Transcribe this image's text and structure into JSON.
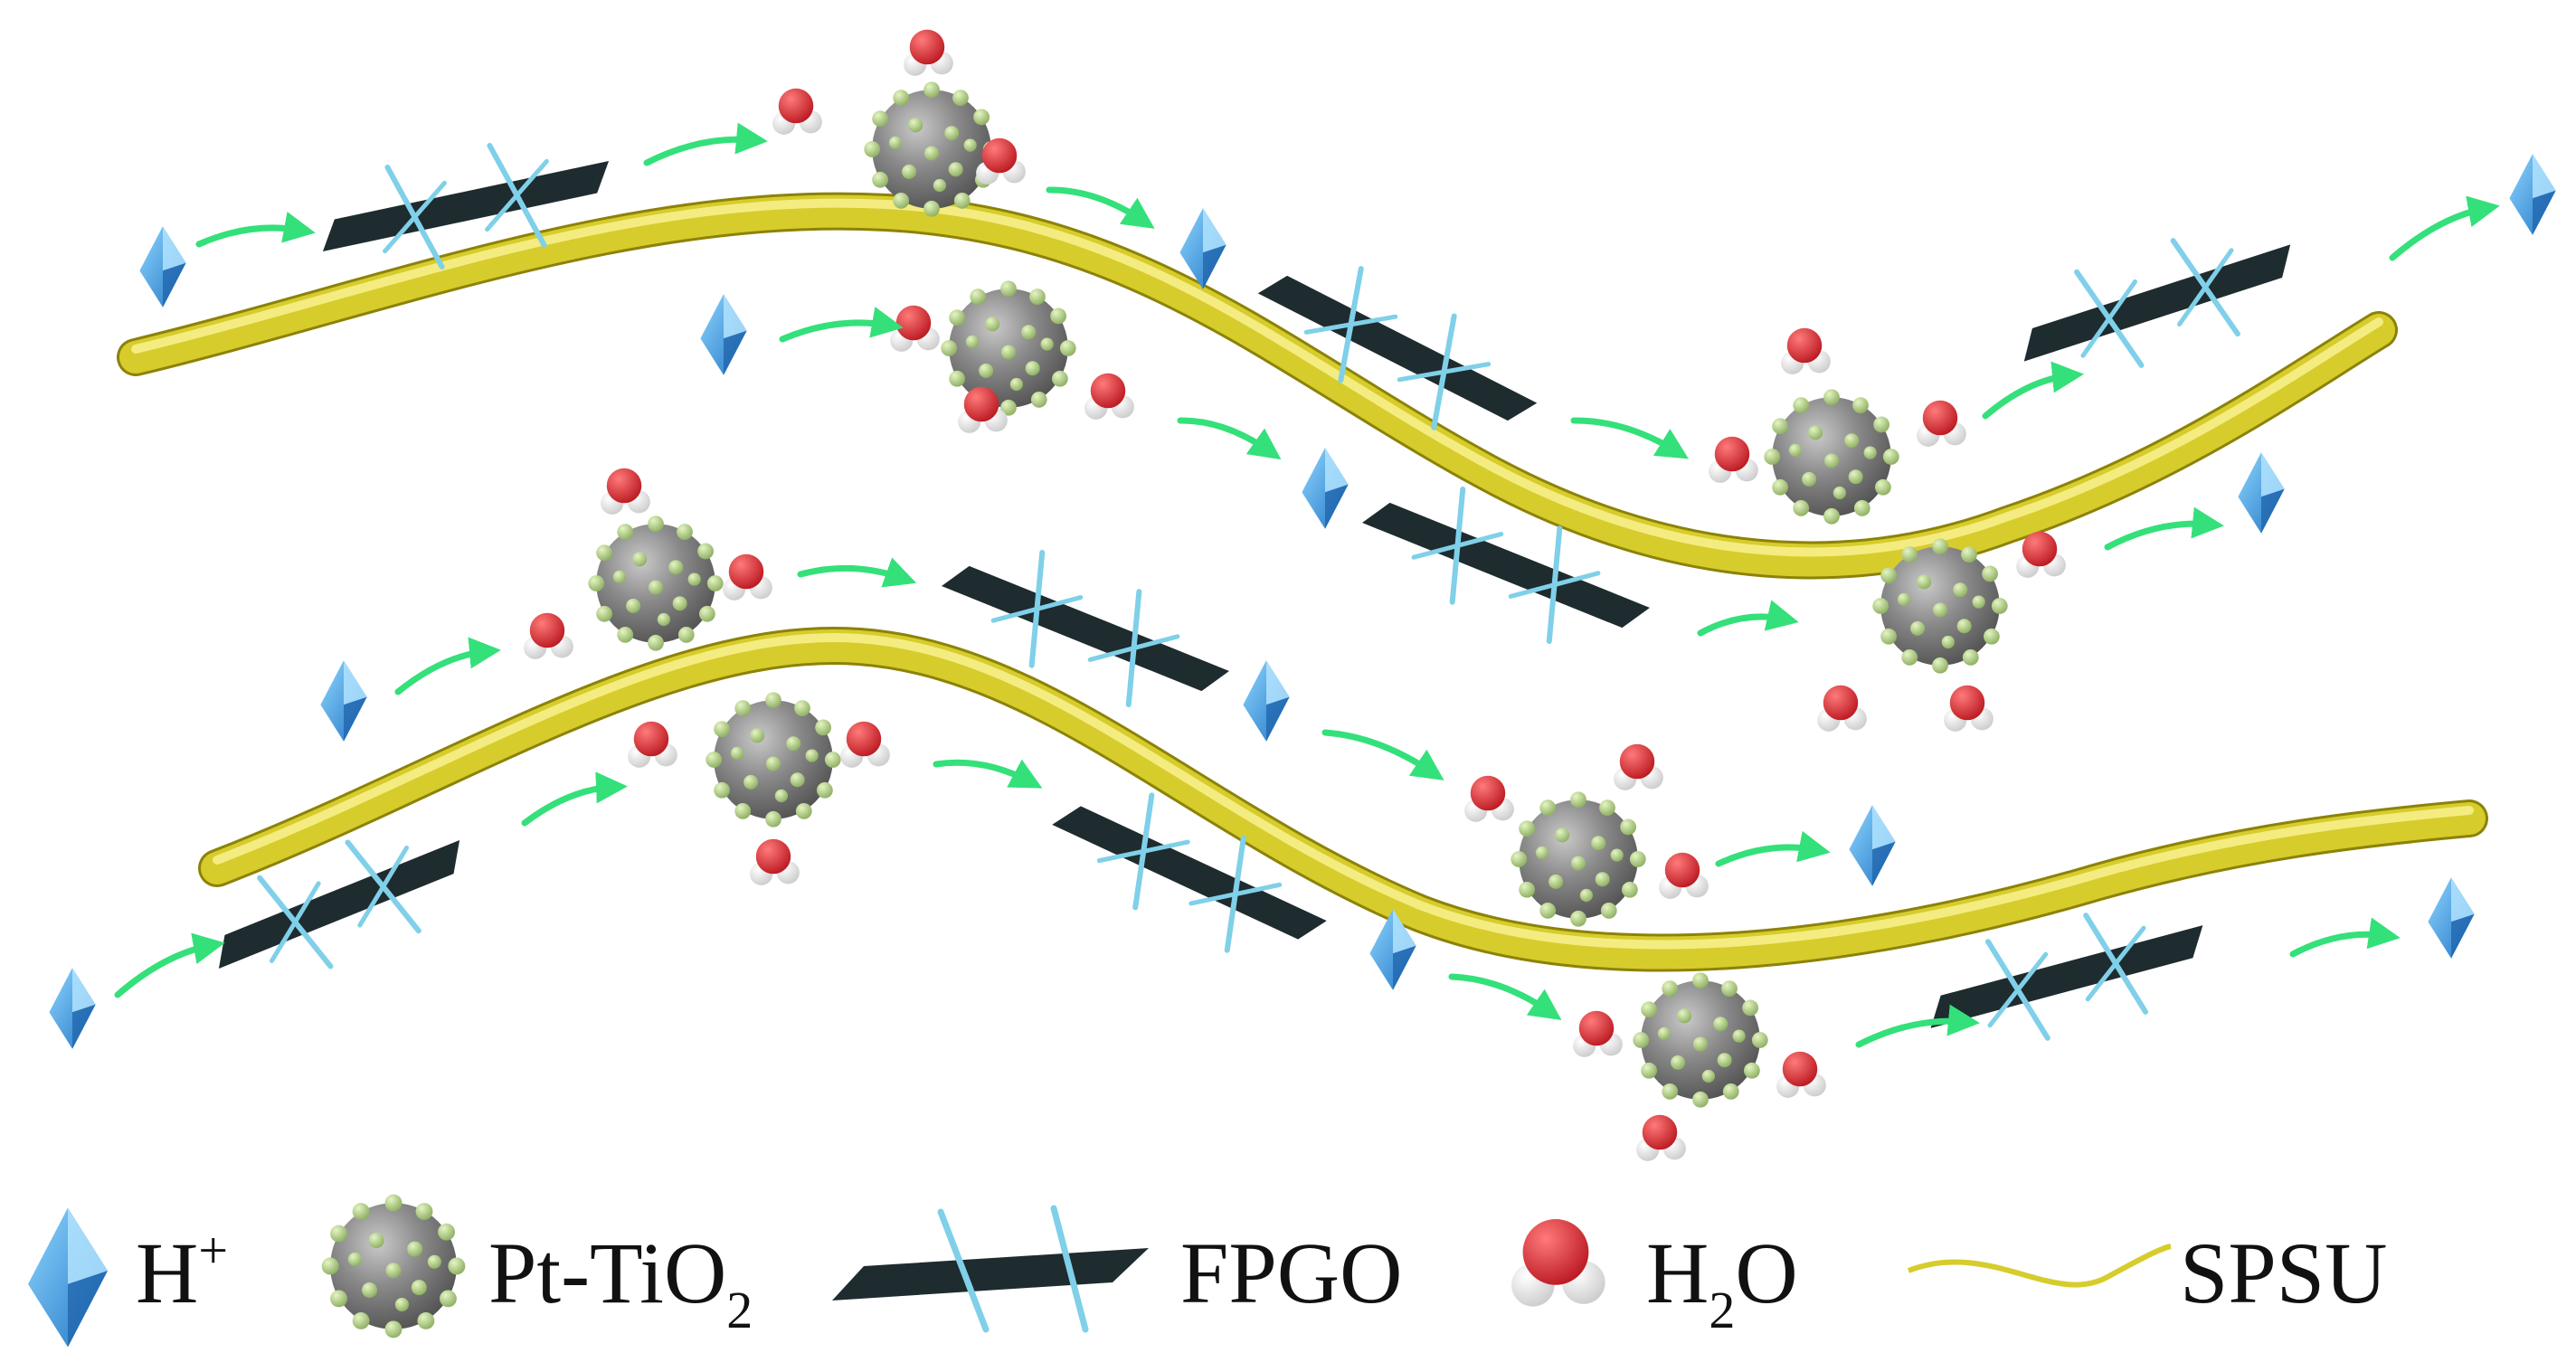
{
  "legend": {
    "proton": {
      "label": "H",
      "sup": "+"
    },
    "nanoparticle": {
      "label": "Pt-TiO",
      "sub": "2"
    },
    "graphene": {
      "label": "FPGO"
    },
    "water": {
      "label": "H",
      "sub": "2",
      "tail": "O"
    },
    "polymer": {
      "label": "SPSU"
    }
  },
  "colors": {
    "polymer": "#d6cc2c",
    "polymer_highlight": "#f7f08a",
    "graphene_sheet": "#1e2b2f",
    "graphene_group": "#7fd0e8",
    "proton": "#2f9be0",
    "proton_light": "#8fd6ff",
    "arrow": "#34e07a",
    "particle": "#7a7a7a",
    "particle_light": "#b5b5b5",
    "particle_dot": "#b6d48a",
    "water_oxygen": "#d6262a",
    "water_hydrogen": "#f2f2f2"
  }
}
